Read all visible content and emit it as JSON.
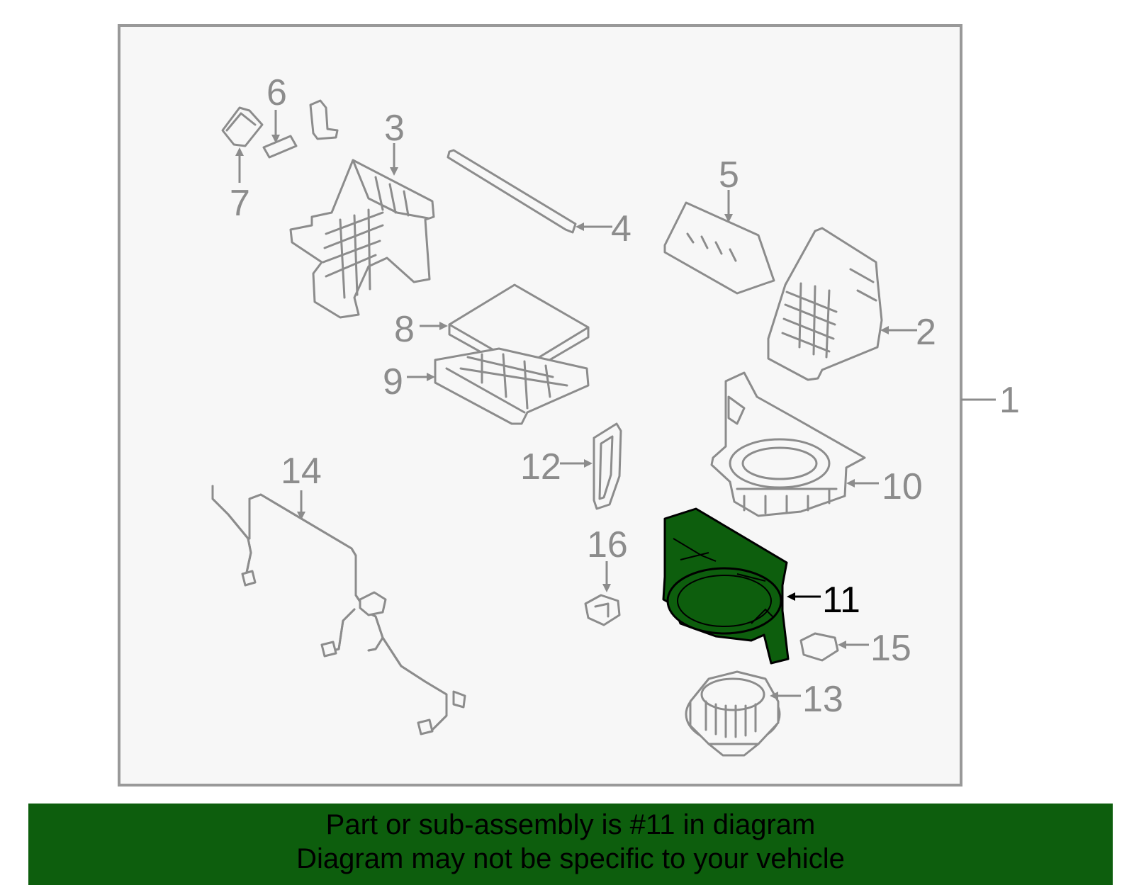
{
  "diagram": {
    "highlight_color": "#0d5e0d",
    "callouts": [
      "1",
      "2",
      "3",
      "4",
      "5",
      "6",
      "7",
      "8",
      "9",
      "10",
      "11",
      "12",
      "13",
      "14",
      "15",
      "16"
    ],
    "highlighted_part": "11"
  },
  "banner": {
    "line1": "Part or sub-assembly is #11 in diagram",
    "line2": "Diagram may not be specific to your vehicle"
  }
}
